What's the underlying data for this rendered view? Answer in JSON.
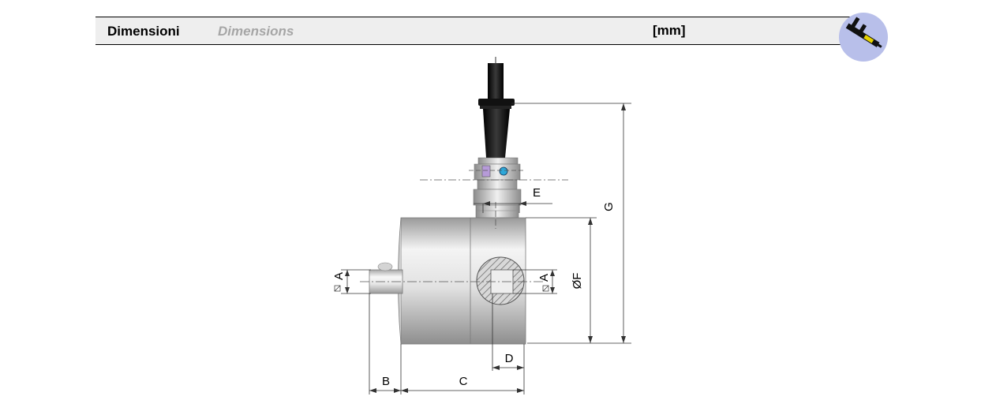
{
  "header": {
    "title_it": "Dimensioni",
    "title_en": "Dimensions",
    "unit": "[mm]",
    "icon": "caliper-icon",
    "icon_bg": "#b8bfea"
  },
  "drawing": {
    "labels": {
      "a_left": "A",
      "a_right": "A",
      "b": "B",
      "c": "C",
      "d": "D",
      "e": "E",
      "f": "ØF",
      "g": "G"
    }
  }
}
